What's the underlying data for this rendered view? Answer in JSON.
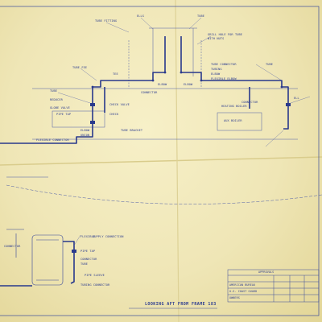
{
  "drawing": {
    "title": "LOOKING AFT FROM FRAME 183",
    "approvals_header": "APPROVALS",
    "approval_rows": [
      "AMERICAN BUREAU",
      "U.S. COAST GUARD",
      "OWNERS"
    ]
  },
  "labels": {
    "tube_fitting_top": "TUBE FITTING",
    "ells_top": "ELLS",
    "tube_top": "TUBE",
    "grill_note": "GRILL HOLE FOR TUBE",
    "with_nuts": "WITH NUTS",
    "tube_fee": "TUBE FEE",
    "tube_left": "TUBE",
    "tee": "TEE",
    "elbow_a": "ELBOW",
    "elbow_b": "ELBOW",
    "connector_a": "CONNECTOR",
    "reducer_valve": "REDUCER",
    "check_valve": "CHECK VALVE",
    "globe_valve": "GLOBE VALVE",
    "pipe_tap": "PIPE TAP",
    "elbow_c": "ELBOW",
    "check_valve_b": "CHECK",
    "union": "UNION",
    "flexible_connector": "FLEXIBLE CONNECTOR",
    "tube_bracket": "TUBE BRACKET",
    "heating_boiler": "HEATING BOILER",
    "aux_boiler": "AUX BOILER",
    "tube_connector_r": "TUBE CONNECTOR",
    "tubing_r": "TUBING",
    "elbow_r": "ELBOW",
    "connector_r": "CONNECTOR",
    "flexible_elbow": "FLEXIBLE ELBOW",
    "ell_right": "ELL",
    "tube_right_low": "TUBE",
    "flexible": "FLEXIBLE",
    "supply_connection": "SUPPLY CONNECTION",
    "pipe_tap_low": "PIPE TAP",
    "connector_low": "CONNECTOR",
    "tube_low": "TUBE",
    "pipe_sleeve": "PIPE SLEEVE",
    "tubing_connector": "TUBING CONNECTOR",
    "connector_left": "CONNECTOR"
  }
}
